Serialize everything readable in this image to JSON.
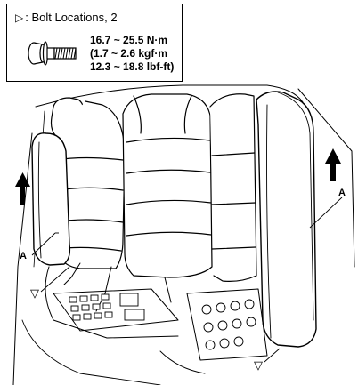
{
  "legend": {
    "symbol": "▷",
    "title": ": Bolt Locations, 2",
    "torque_nm": "16.7 ~ 25.5 N·m",
    "torque_kgfm": "(1.7 ~ 2.6 kgf·m",
    "torque_lbfft": "12.3 ~ 18.8 lbf-ft)"
  },
  "callouts": {
    "left_label": "A",
    "right_label": "A",
    "bolt_marker_left": "▽",
    "bolt_marker_right": "▽"
  }
}
